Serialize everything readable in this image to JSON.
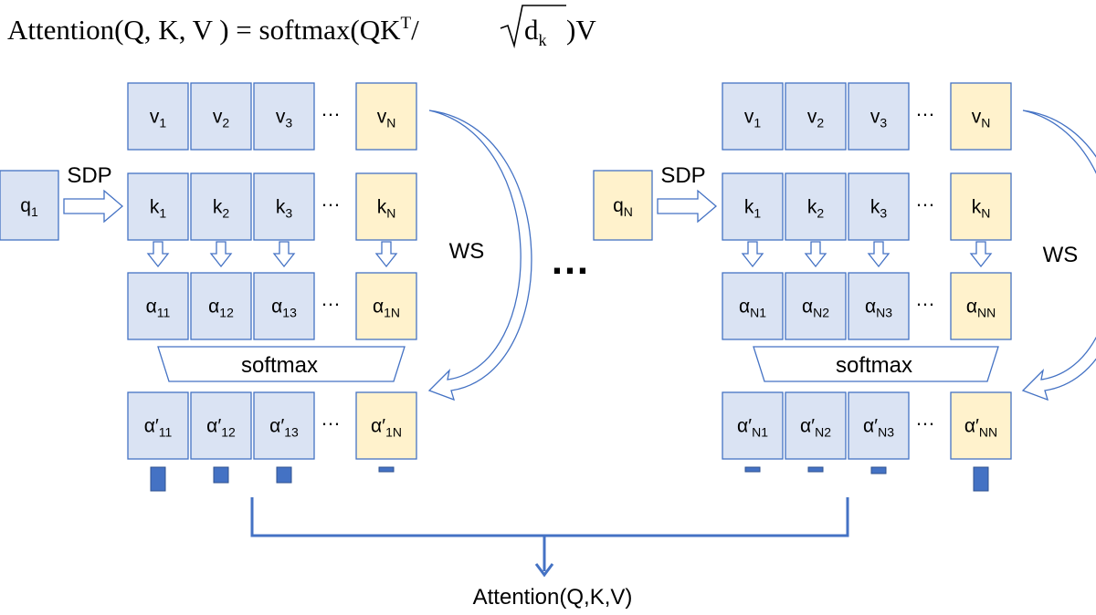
{
  "formula": {
    "lead": "Attention(Q, K, V ) = softmax(QK",
    "sup_T": "T",
    "slash": "/",
    "d": "d",
    "sub_k": "k",
    "tail": ")V"
  },
  "labels": {
    "sdp": "SDP",
    "ws": "WS",
    "softmax": "softmax",
    "ellipsis_between": "…",
    "ellipsis_row": "…",
    "output": "Attention(Q,K,V)"
  },
  "left": {
    "query": {
      "base": "q",
      "sub": "1"
    },
    "v": [
      {
        "base": "v",
        "sub": "1"
      },
      {
        "base": "v",
        "sub": "2"
      },
      {
        "base": "v",
        "sub": "3"
      },
      {
        "base": "v",
        "sub": "N"
      }
    ],
    "k": [
      {
        "base": "k",
        "sub": "1"
      },
      {
        "base": "k",
        "sub": "2"
      },
      {
        "base": "k",
        "sub": "3"
      },
      {
        "base": "k",
        "sub": "N"
      }
    ],
    "a": [
      {
        "base": "α",
        "sub": "11"
      },
      {
        "base": "α",
        "sub": "12"
      },
      {
        "base": "α",
        "sub": "13"
      },
      {
        "base": "α",
        "sub": "1N"
      }
    ],
    "ap": [
      {
        "base": "α′",
        "sub": "11"
      },
      {
        "base": "α′",
        "sub": "12"
      },
      {
        "base": "α′",
        "sub": "13"
      },
      {
        "base": "α′",
        "sub": "1N"
      }
    ]
  },
  "right": {
    "query": {
      "base": "q",
      "sub": "N"
    },
    "v": [
      {
        "base": "v",
        "sub": "1"
      },
      {
        "base": "v",
        "sub": "2"
      },
      {
        "base": "v",
        "sub": "3"
      },
      {
        "base": "v",
        "sub": "N"
      }
    ],
    "k": [
      {
        "base": "k",
        "sub": "1"
      },
      {
        "base": "k",
        "sub": "2"
      },
      {
        "base": "k",
        "sub": "3"
      },
      {
        "base": "k",
        "sub": "N"
      }
    ],
    "a": [
      {
        "base": "α",
        "sub": "N1"
      },
      {
        "base": "α",
        "sub": "N2"
      },
      {
        "base": "α",
        "sub": "N3"
      },
      {
        "base": "α",
        "sub": "NN"
      }
    ],
    "ap": [
      {
        "base": "α′",
        "sub": "N1"
      },
      {
        "base": "α′",
        "sub": "N2"
      },
      {
        "base": "α′",
        "sub": "N3"
      },
      {
        "base": "α′",
        "sub": "NN"
      }
    ]
  },
  "colors": {
    "box_blue": "#dae3f3",
    "box_yellow": "#fff2cc",
    "stroke": "#4472c4",
    "bar": "#4472c4",
    "text": "#000000"
  }
}
